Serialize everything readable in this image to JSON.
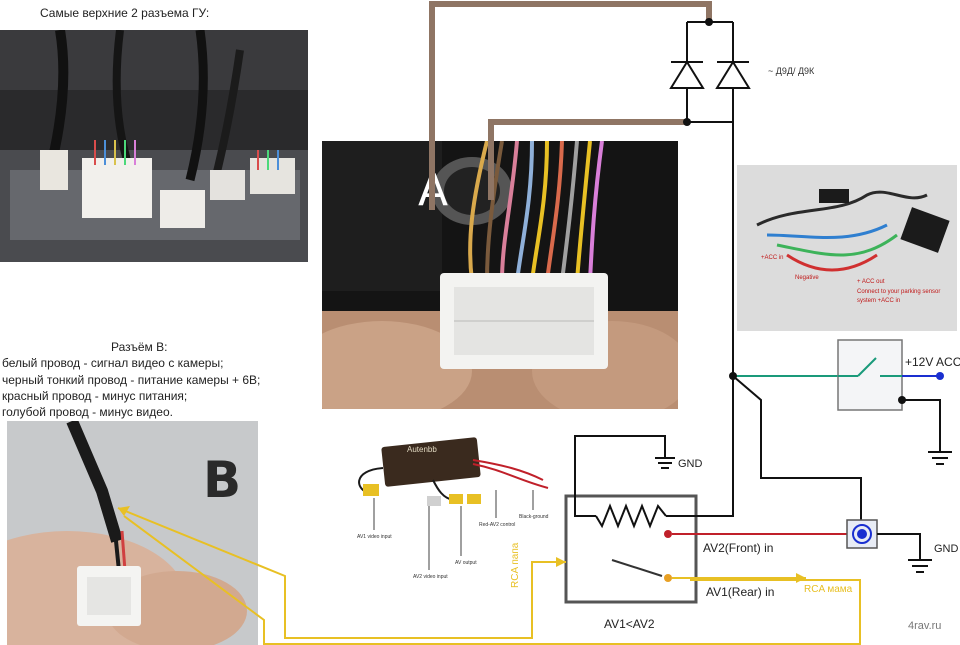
{
  "captions": {
    "top_left": "Самые верхние 2 разъема ГУ:",
    "diode_type": "~ Д9Д/ Д9К",
    "connector_b_title": "Разъём В:",
    "connector_b_lines": [
      "белый провод - сигнал видео с камеры;",
      "черный тонкий провод - питание камеры + 6В;",
      "красный провод - минус питания;",
      "голубой провод - минус видео."
    ]
  },
  "photo_labels": {
    "connector_a": "A",
    "connector_b": "B"
  },
  "schematic": {
    "gnd_top": "GND",
    "gnd_right": "GND",
    "acc": "+12V ACC",
    "av2_in": "AV2(Front) in",
    "av1_in": "AV1(Rear) in",
    "switch_caption": "AV1<AV2",
    "rca_male": "RCA папа",
    "rca_female": "RCA мама"
  },
  "product_photo": {
    "brand": "Autenbb",
    "labels": [
      "AV1 video input",
      "AV2 video input",
      "AV output",
      "Red-AV2 control",
      "Black-ground"
    ]
  },
  "inset_photo": {
    "labels": [
      "+ACC in",
      "Negative",
      "+ ACC out",
      "Connect to your parking sensor",
      "system +ACC in"
    ]
  },
  "watermark": "4rav.ru",
  "colors": {
    "brown_wire": "#8f7564",
    "yellow_wire": "#e8c024",
    "red_wire": "#c0202a",
    "green_wire": "#1a9a7a",
    "blue_node": "#1a2fd0",
    "black_wire": "#111111"
  }
}
